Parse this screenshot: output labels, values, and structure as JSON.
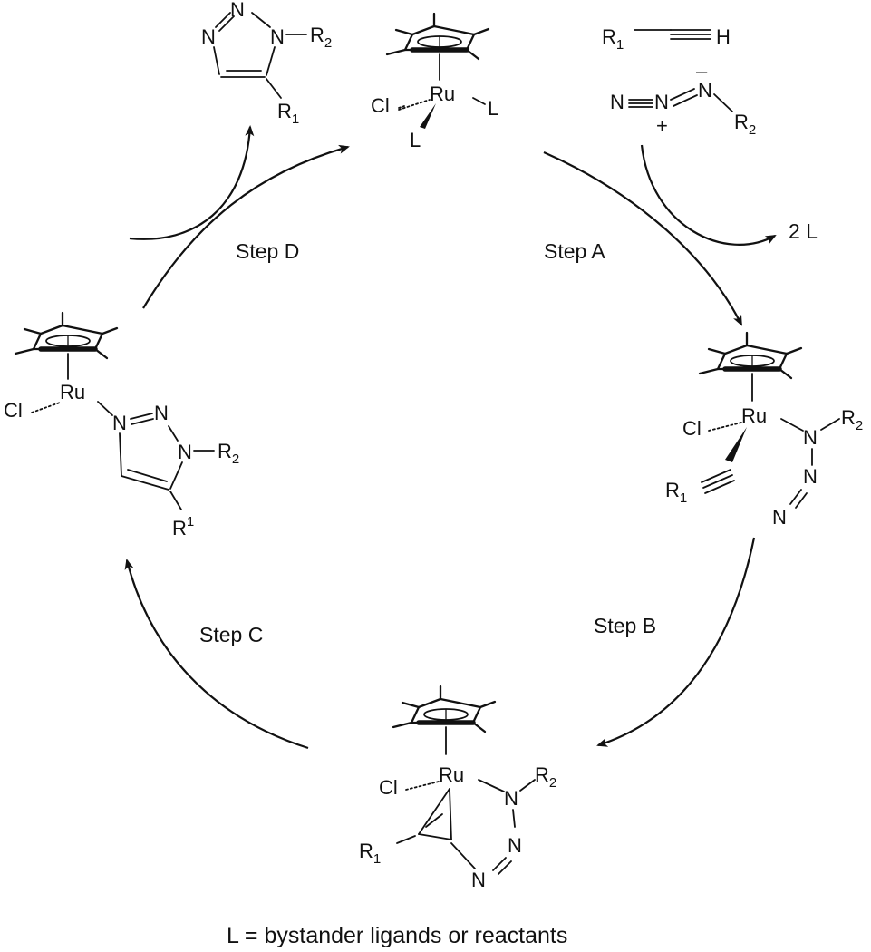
{
  "steps": {
    "a": "Step A",
    "b": "Step B",
    "c": "Step C",
    "d": "Step D"
  },
  "caption": "L =  bystander ligands or reactants",
  "reactants": {
    "alkyne": {
      "r": "R",
      "r_sub": "1",
      "h": "H"
    },
    "azide": {
      "n1": "N",
      "n2": "N",
      "n3": "N",
      "plus": "+",
      "minus": "–",
      "r": "R",
      "r_sub": "2"
    }
  },
  "byproduct": "2 L",
  "catalyst": {
    "cl": "Cl",
    "ru": "Ru",
    "l1": "L",
    "l2": "L"
  },
  "product": {
    "n1": "N",
    "n2": "N",
    "n3": "N",
    "r2": "R",
    "r2_sub": "2",
    "r1": "R",
    "r1_sub": "1"
  },
  "int_a": {
    "cl": "Cl",
    "ru": "Ru",
    "n1": "N",
    "n2": "N",
    "n3": "N",
    "r2": "R",
    "r2_sub": "2",
    "r1": "R",
    "r1_sub": "1"
  },
  "int_b": {
    "cl": "Cl",
    "ru": "Ru",
    "n1": "N",
    "n2": "N",
    "n3": "N",
    "r2": "R",
    "r2_sub": "2",
    "r1": "R",
    "r1_sub": "1"
  },
  "int_c": {
    "cl": "Cl",
    "ru": "Ru",
    "n1": "N",
    "n2": "N",
    "n3": "N",
    "r2": "R",
    "r2_sub": "2",
    "r1": "R",
    "r1_sup": "1"
  }
}
